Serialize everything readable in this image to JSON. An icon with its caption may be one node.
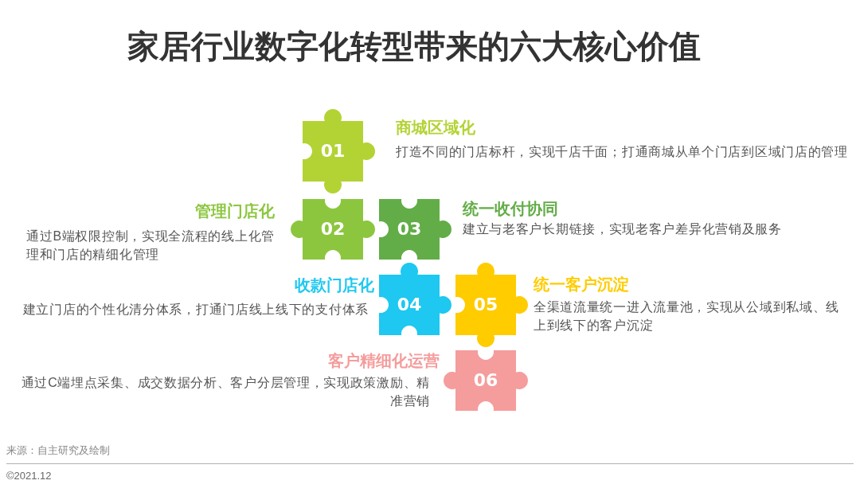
{
  "diagram": {
    "title": "家居行业数字化转型带来的六大核心价值",
    "nodes": [
      {
        "text": [
          "01"
        ],
        "beside": [
          "商城区域化",
          "打造不同的门店标杆，实现千店千面；打通商城从单个门店到区域门店的管理"
        ]
      },
      {
        "text": [
          "02"
        ],
        "beside": [
          "管理门店化",
          "通过B端权限控制，实现全流程的线上化管理和门店的精细化管理"
        ]
      },
      {
        "text": [
          "03"
        ],
        "beside": [
          "统一收付协同",
          "建立与老客户长期链接，实现老客户差异化营销及服务"
        ]
      },
      {
        "text": [
          "04"
        ],
        "beside": [
          "收款门店化",
          "建立门店的个性化清分体系，打通门店线上线下的支付体系"
        ]
      },
      {
        "text": [
          "05"
        ],
        "beside": [
          "统一客户沉淀",
          "全渠道流量统一进入流量池，实现从公域到私域、线上到线下的客户沉淀"
        ]
      },
      {
        "text": [
          "06"
        ],
        "beside": [
          "客户精细化运营",
          "通过C端埋点采集、成交数据分析、客户分层管理，实现政策激励、精准营销"
        ]
      }
    ],
    "labels": [
      "来源：自主研究及绘制",
      "©2021.12"
    ]
  }
}
